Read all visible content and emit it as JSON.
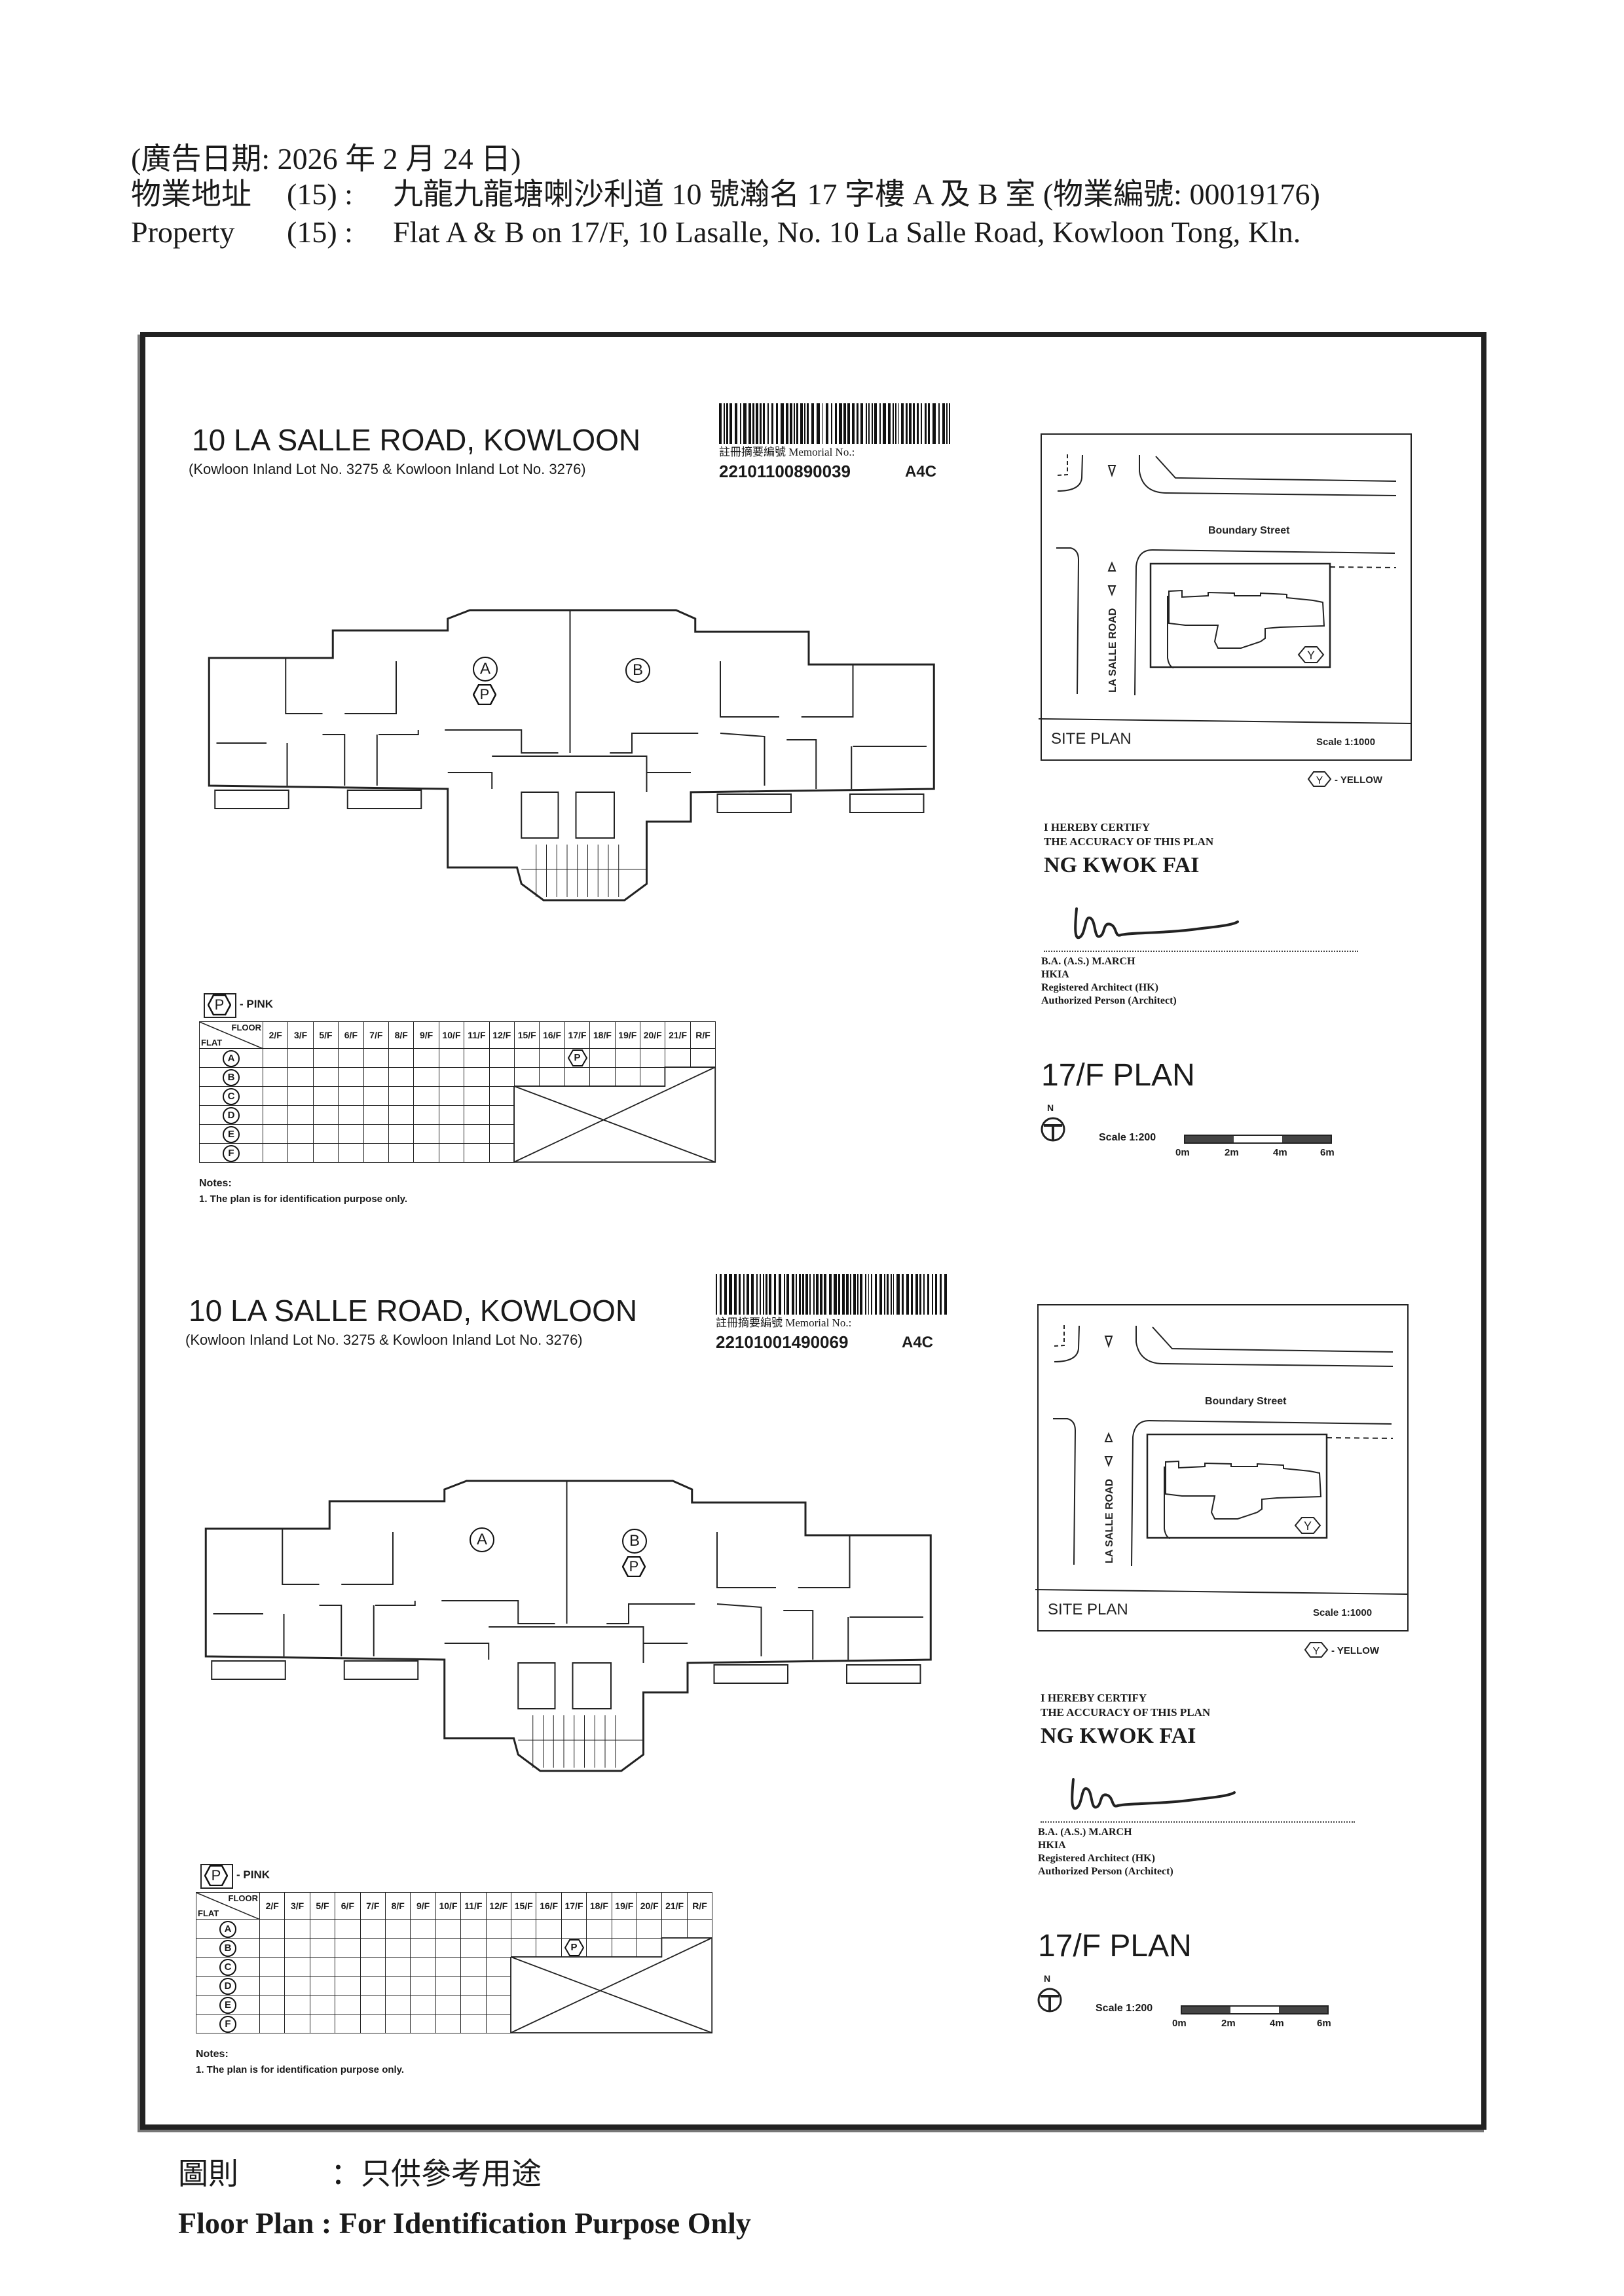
{
  "header": {
    "date_line": "(廣告日期:  2026 年 2 月 24 日)",
    "address_zh_label": "物業地址",
    "address_zh_no": "(15) :",
    "address_zh_value": "九龍九龍塘喇沙利道 10 號瀚名 17 字樓 A 及 B 室 (物業編號: 00019176)",
    "property_en_label": "Property",
    "property_en_no": "(15) :",
    "property_en_value": "Flat A & B on 17/F, 10 Lasalle, No. 10 La Salle Road, Kowloon Tong, Kln."
  },
  "plan_common": {
    "title": "10 LA SALLE ROAD, KOWLOON",
    "lot": "(Kowloon Inland Lot No. 3275 & Kowloon Inland Lot No. 3276)",
    "memorial_label_zh": "註冊摘要編號",
    "memorial_label_en": "Memorial No.:",
    "code": "A4C",
    "flat_a": "A",
    "flat_b": "B",
    "pink_symbol": "P",
    "pink_legend": "- PINK",
    "table_corner_floor": "FLOOR",
    "table_corner_flat": "FLAT",
    "floors": [
      "2/F",
      "3/F",
      "5/F",
      "6/F",
      "7/F",
      "8/F",
      "9/F",
      "10/F",
      "11/F",
      "12/F",
      "15/F",
      "16/F",
      "17/F",
      "18/F",
      "19/F",
      "20/F",
      "21/F",
      "R/F"
    ],
    "flats": [
      "A",
      "B",
      "C",
      "D",
      "E",
      "F"
    ],
    "notes_title": "Notes:",
    "note_1": "1.  The plan is for identification purpose only.",
    "site": {
      "street": "Boundary Street",
      "road": "LA SALLE ROAD",
      "title": "SITE PLAN",
      "scale": "Scale 1:1000",
      "yellow_symbol": "Y",
      "yellow_legend": "- YELLOW"
    },
    "certify_1": "I HEREBY CERTIFY",
    "certify_2": "THE ACCURACY OF THIS PLAN",
    "architect_name": "NG KWOK FAI",
    "quals": [
      "B.A. (A.S.) M.ARCH",
      "HKIA",
      "Registered Architect (HK)",
      "Authorized Person (Architect)"
    ],
    "floor_title": "17/F PLAN",
    "north": "N",
    "scale": "Scale 1:200",
    "scale_ticks": [
      "0m",
      "2m",
      "4m",
      "6m"
    ]
  },
  "plans": [
    {
      "memorial_no": "22101100890039",
      "pink_flat": "A",
      "pink_floor": "17/F"
    },
    {
      "memorial_no": "22101001490069",
      "pink_flat": "B",
      "pink_floor": "17/F"
    }
  ],
  "footer": {
    "zh_label": "圖則",
    "zh_value": "：只供參考用途",
    "en": "Floor Plan : For Identification Purpose Only"
  }
}
